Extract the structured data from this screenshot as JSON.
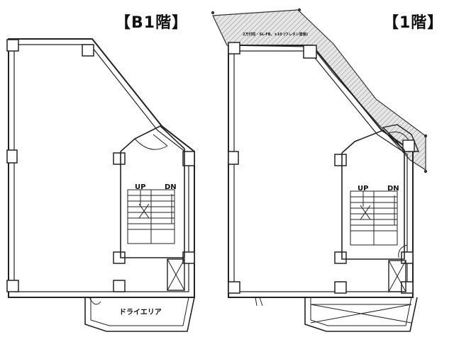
{
  "floors": [
    {
      "title": "【B1階】",
      "stair_up": "UP",
      "stair_dn": "DN",
      "area_label": "ドライエリア"
    },
    {
      "title": "【1階】",
      "stair_up": "UP",
      "stair_dn": "DN",
      "canopy_note": "2方付柱・SL-FB、±10 (ウレタン塗装)"
    }
  ]
}
